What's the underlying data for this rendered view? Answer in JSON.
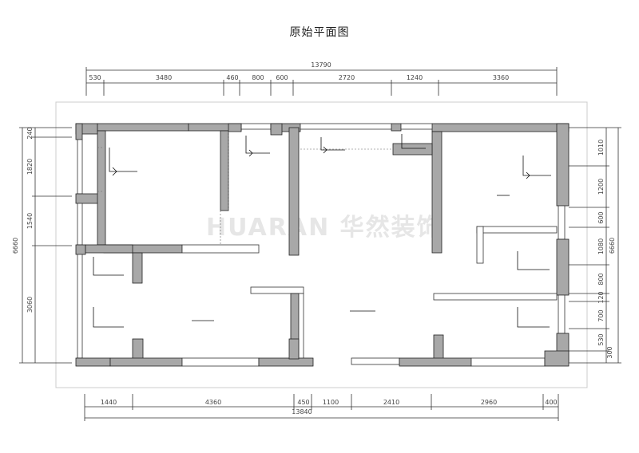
{
  "title": "原始平面图",
  "watermark": "HUARAN 华然装饰",
  "dims_top_total": "13790",
  "dims_top": [
    "530",
    "3480",
    "460",
    "800",
    "600",
    "2720",
    "1240",
    "3360"
  ],
  "dims_bottom_total": "13840",
  "dims_bottom": [
    "1440",
    "4360",
    "450",
    "1100",
    "2410",
    "2960",
    "400"
  ],
  "dims_left_total": "6660",
  "dims_left": [
    "240",
    "1820",
    "1540",
    "3060"
  ],
  "dims_right_total": "6660",
  "dims_right": [
    "1010",
    "1200",
    "600",
    "1080",
    "800",
    "120",
    "700",
    "530",
    "300"
  ]
}
